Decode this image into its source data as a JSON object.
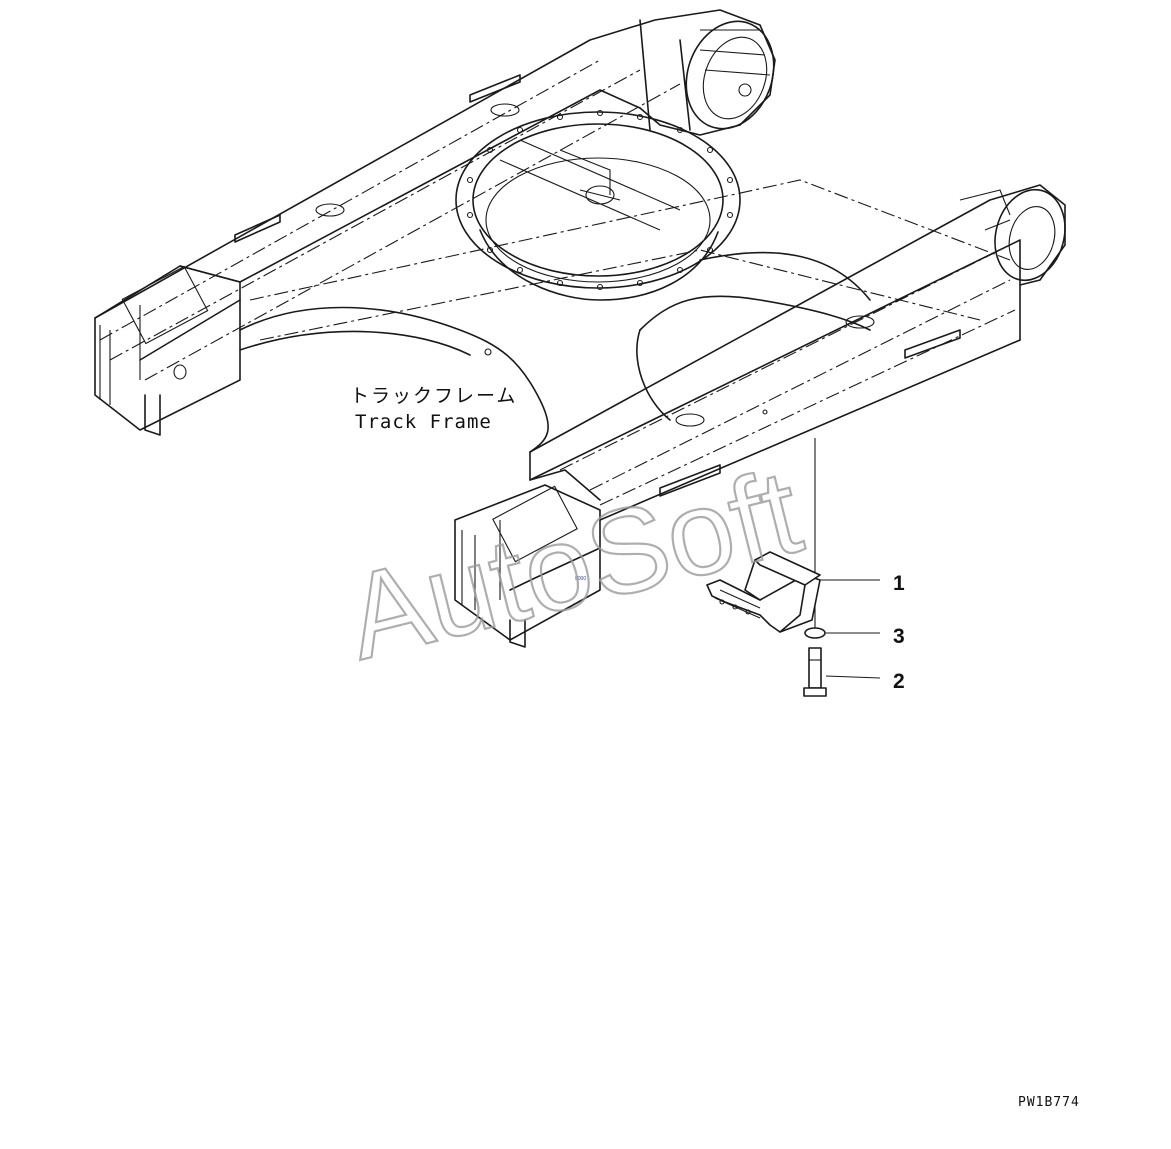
{
  "diagram": {
    "main_label_jp": "トラックフレーム",
    "main_label_en": "Track Frame",
    "watermark": "AutoSoft",
    "drawing_code": "PW1B774",
    "callouts": [
      {
        "number": "1",
        "part": "cover"
      },
      {
        "number": "3",
        "part": "washer"
      },
      {
        "number": "2",
        "part": "bolt"
      }
    ]
  },
  "colors": {
    "line": "#1a1a1a",
    "watermark": "#9a9a9a",
    "background": "#ffffff"
  }
}
